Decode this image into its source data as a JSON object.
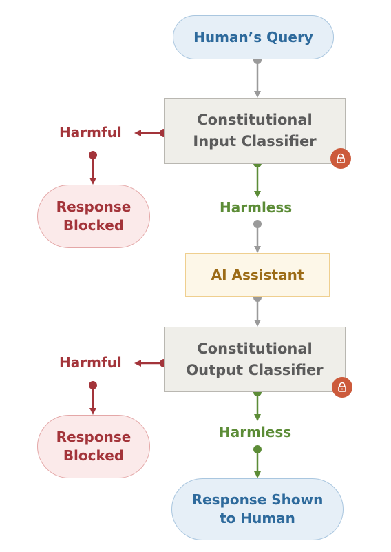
{
  "nodes": {
    "query": "Human’s Query",
    "input_classifier": "Constitutional\nInput Classifier",
    "assistant": "AI Assistant",
    "output_classifier": "Constitutional\nOutput Classifier",
    "blocked_1": "Response\nBlocked",
    "blocked_2": "Response\nBlocked",
    "shown": "Response Shown\nto Human"
  },
  "labels": {
    "harmful_1": "Harmful",
    "harmless_1": "Harmless",
    "harmful_2": "Harmful",
    "harmless_2": "Harmless"
  },
  "icons": {
    "classifier_badge": "lock-icon"
  },
  "colors": {
    "gray": "#9a9a9a",
    "red": "#a3343a",
    "green": "#5c8c37",
    "lock": "#cc5a3b"
  }
}
